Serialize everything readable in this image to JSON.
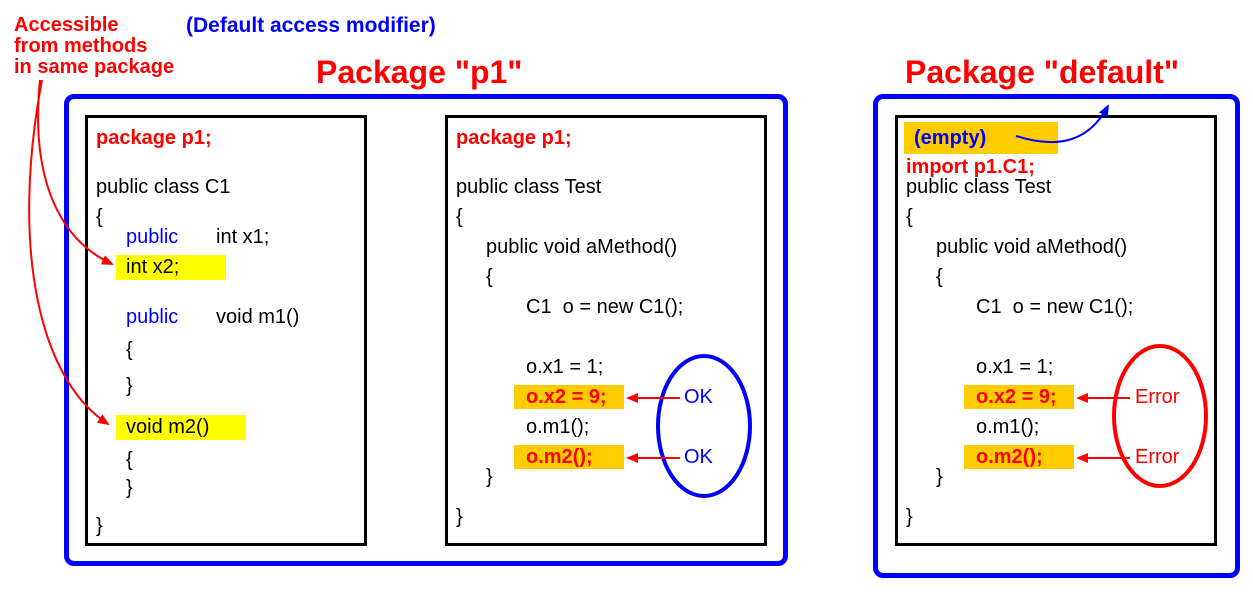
{
  "annotation": {
    "accessible_lines": [
      "Accessible",
      "from methods",
      "in same package"
    ],
    "default_modifier": "(Default access modifier)"
  },
  "packages": {
    "p1_title": "Package \"p1\"",
    "default_title": "Package \"default\""
  },
  "c1_box": {
    "package_line": "package p1;",
    "class_line": "public class C1",
    "open_brace": "{",
    "public_kw1": "public",
    "field_x1": "int x1;",
    "field_x2": "int x2;",
    "public_kw2": "public",
    "method_m1": "void m1()",
    "m1_open": "{",
    "m1_close": "}",
    "method_m2": "void m2()",
    "m2_open": "{",
    "m2_close": "}",
    "close_brace": "}"
  },
  "test_p1_box": {
    "package_line": "package p1;",
    "class_line": "public class Test",
    "open_brace": "{",
    "method_line": "public void aMethod()",
    "method_open": "{",
    "new_line": "C1  o = new C1();",
    "x1_line": "o.x1 = 1;",
    "x2_line": "o.x2 = 9;",
    "m1_line": "o.m1();",
    "m2_line": "o.m2();",
    "method_close": "}",
    "close_brace": "}",
    "ok1": "OK",
    "ok2": "OK"
  },
  "test_default_box": {
    "empty_label": "(empty)",
    "import_line": "import p1.C1;",
    "class_line": "public class Test",
    "open_brace": "{",
    "method_line": "public void aMethod()",
    "method_open": "{",
    "new_line": "C1  o = new C1();",
    "x1_line": "o.x1 = 1;",
    "x2_line": "o.x2 = 9;",
    "m1_line": "o.m1();",
    "m2_line": "o.m2();",
    "method_close": "}",
    "close_brace": "}",
    "error1": "Error",
    "error2": "Error"
  },
  "colors": {
    "package_border": "#0000ff",
    "highlight_yellow": "#ffff00",
    "highlight_orange": "#ffcc00",
    "error_red": "#ff0000",
    "ok_blue": "#0000ff"
  }
}
